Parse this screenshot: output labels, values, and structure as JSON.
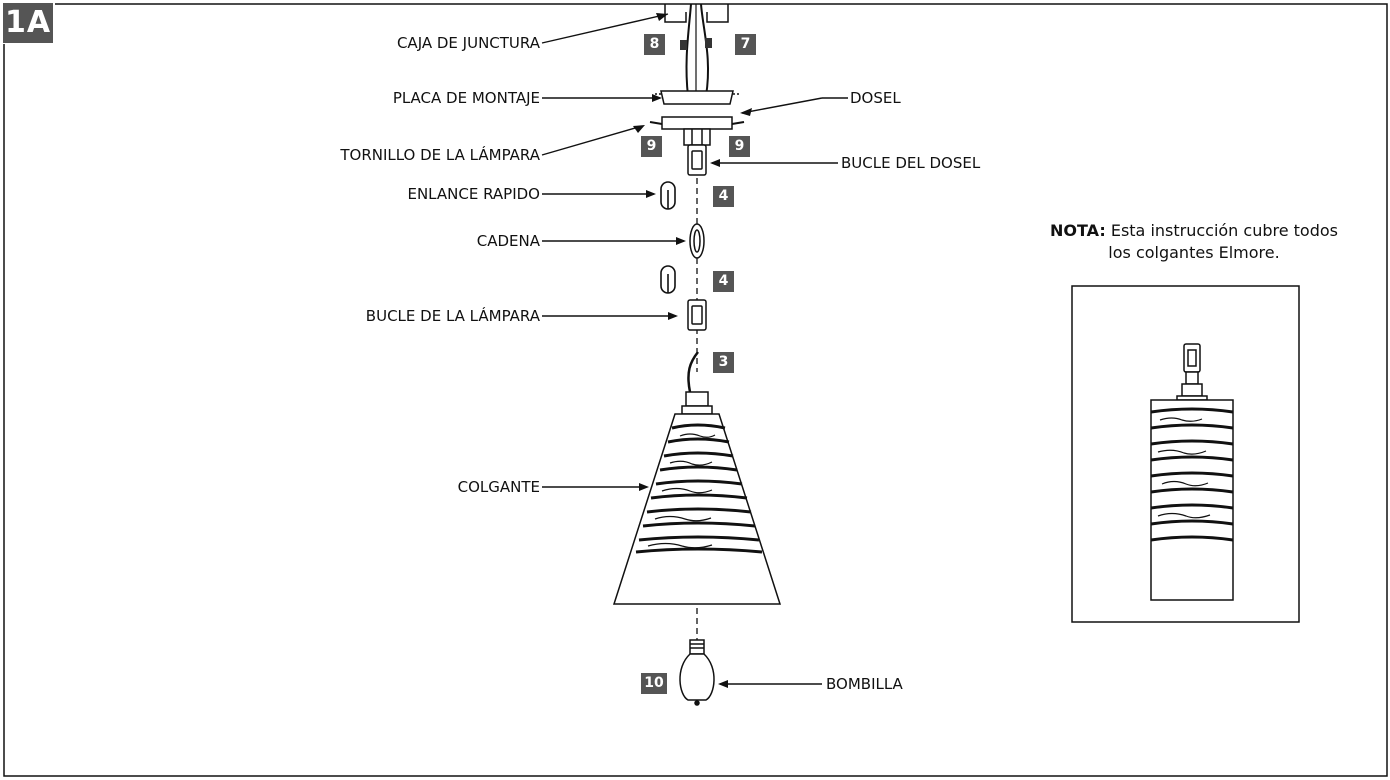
{
  "section_badge": "1A",
  "labels": {
    "junction_box": "CAJA DE JUNCTURA",
    "mounting_plate": "PLACA DE MONTAJE",
    "canopy": "DOSEL",
    "fixture_screw": "TORNILLO DE LA LÁMPARA",
    "canopy_loop": "BUCLE DEL DOSEL",
    "quick_link": "ENLANCE RAPIDO",
    "chain": "CADENA",
    "fixture_loop": "BUCLE DE LA LÁMPARA",
    "pendant": "COLGANTE",
    "bulb": "BOMBILLA"
  },
  "steps": {
    "wire_left": "8",
    "wire_right": "7",
    "screw_left": "9",
    "screw_right": "9",
    "quick_link_top": "4",
    "quick_link_bottom": "4",
    "cord": "3",
    "bulb": "10"
  },
  "note": {
    "heading": "NOTA:",
    "text": "Esta instrucción cubre todos los colgantes Elmore."
  },
  "colors": {
    "badge": "#555555",
    "line": "#111111"
  }
}
